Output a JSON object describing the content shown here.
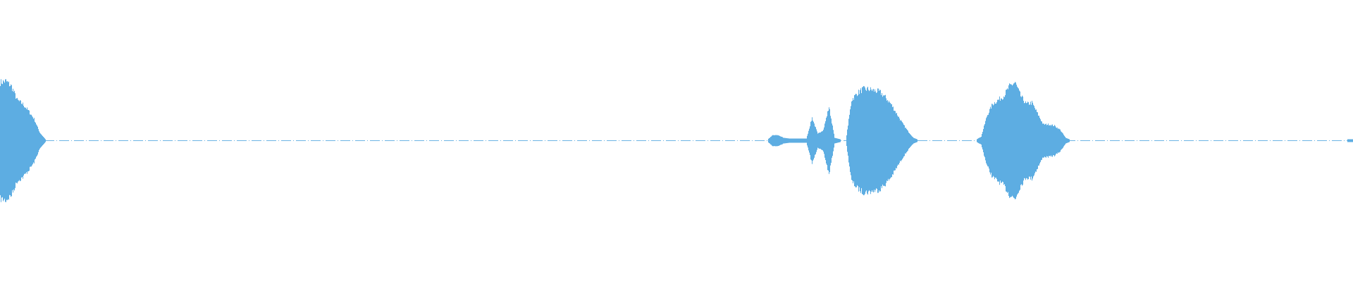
{
  "chart_data": {
    "type": "area",
    "title": "",
    "xlabel": "",
    "ylabel": "",
    "ylim": [
      -1,
      1
    ],
    "grid": false,
    "color": "#5dade2",
    "bins": 240,
    "amplitude": [
      0.43,
      0.44,
      0.4,
      0.3,
      0.27,
      0.22,
      0.16,
      0.06,
      0.01,
      0.004,
      0.004,
      0.004,
      0.004,
      0.004,
      0.004,
      0.004,
      0.004,
      0.004,
      0.004,
      0.004,
      0.004,
      0.004,
      0.004,
      0.004,
      0.004,
      0.004,
      0.004,
      0.004,
      0.004,
      0.004,
      0.004,
      0.004,
      0.004,
      0.004,
      0.004,
      0.004,
      0.004,
      0.004,
      0.004,
      0.004,
      0.004,
      0.004,
      0.004,
      0.004,
      0.004,
      0.004,
      0.004,
      0.005,
      0.005,
      0.004,
      0.004,
      0.004,
      0.004,
      0.004,
      0.004,
      0.004,
      0.004,
      0.004,
      0.004,
      0.004,
      0.004,
      0.004,
      0.004,
      0.004,
      0.004,
      0.004,
      0.004,
      0.004,
      0.004,
      0.004,
      0.004,
      0.004,
      0.004,
      0.004,
      0.004,
      0.004,
      0.004,
      0.004,
      0.004,
      0.004,
      0.004,
      0.004,
      0.004,
      0.004,
      0.004,
      0.004,
      0.004,
      0.004,
      0.004,
      0.006,
      0.006,
      0.004,
      0.004,
      0.004,
      0.004,
      0.004,
      0.004,
      0.004,
      0.004,
      0.004,
      0.004,
      0.004,
      0.004,
      0.004,
      0.004,
      0.004,
      0.004,
      0.004,
      0.004,
      0.004,
      0.004,
      0.004,
      0.004,
      0.004,
      0.004,
      0.004,
      0.004,
      0.004,
      0.004,
      0.004,
      0.004,
      0.004,
      0.004,
      0.004,
      0.004,
      0.004,
      0.004,
      0.004,
      0.004,
      0.004,
      0.004,
      0.004,
      0.004,
      0.004,
      0.004,
      0.004,
      0.004,
      0.04,
      0.04,
      0.02,
      0.015,
      0.015,
      0.015,
      0.015,
      0.17,
      0.05,
      0.08,
      0.25,
      0.02,
      0.01,
      0.005,
      0.3,
      0.35,
      0.38,
      0.38,
      0.37,
      0.36,
      0.32,
      0.27,
      0.2,
      0.13,
      0.07,
      0.02,
      0.004,
      0.004,
      0.004,
      0.004,
      0.004,
      0.004,
      0.004,
      0.004,
      0.004,
      0.004,
      0.004,
      0.03,
      0.18,
      0.27,
      0.3,
      0.33,
      0.4,
      0.43,
      0.33,
      0.27,
      0.28,
      0.2,
      0.12,
      0.12,
      0.11,
      0.08,
      0.02,
      0.004,
      0.004,
      0.004,
      0.004,
      0.004,
      0.004,
      0.004,
      0.004,
      0.004,
      0.004,
      0.004,
      0.004,
      0.004,
      0.004,
      0.004,
      0.004,
      0.004,
      0.004,
      0.004,
      0.004,
      0.004,
      0.004,
      0.004,
      0.004,
      0.004,
      0.004,
      0.004,
      0.004,
      0.004,
      0.004,
      0.004,
      0.004,
      0.004,
      0.004,
      0.004,
      0.004,
      0.004,
      0.004,
      0.004,
      0.004,
      0.004,
      0.004,
      0.004,
      0.004,
      0.004,
      0.004,
      0.004,
      0.004,
      0.004,
      0.01
    ]
  }
}
